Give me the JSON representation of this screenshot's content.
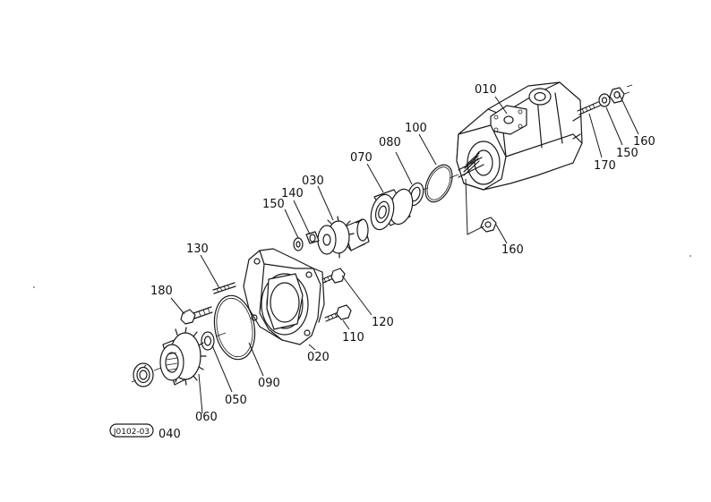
{
  "diagram": {
    "ref_code": "J0102-03",
    "parts": [
      {
        "id": "p010",
        "label": "010"
      },
      {
        "id": "p020",
        "label": "020"
      },
      {
        "id": "p030",
        "label": "030"
      },
      {
        "id": "p040",
        "label": "040"
      },
      {
        "id": "p050",
        "label": "050"
      },
      {
        "id": "p060",
        "label": "060"
      },
      {
        "id": "p070",
        "label": "070"
      },
      {
        "id": "p080",
        "label": "080"
      },
      {
        "id": "p090",
        "label": "090"
      },
      {
        "id": "p100",
        "label": "100"
      },
      {
        "id": "p110",
        "label": "110"
      },
      {
        "id": "p120",
        "label": "120"
      },
      {
        "id": "p130",
        "label": "130"
      },
      {
        "id": "p140",
        "label": "140"
      },
      {
        "id": "p150a",
        "label": "150"
      },
      {
        "id": "p150b",
        "label": "150"
      },
      {
        "id": "p160a",
        "label": "160"
      },
      {
        "id": "p160b",
        "label": "160"
      },
      {
        "id": "p170",
        "label": "170"
      },
      {
        "id": "p180",
        "label": "180"
      }
    ]
  }
}
